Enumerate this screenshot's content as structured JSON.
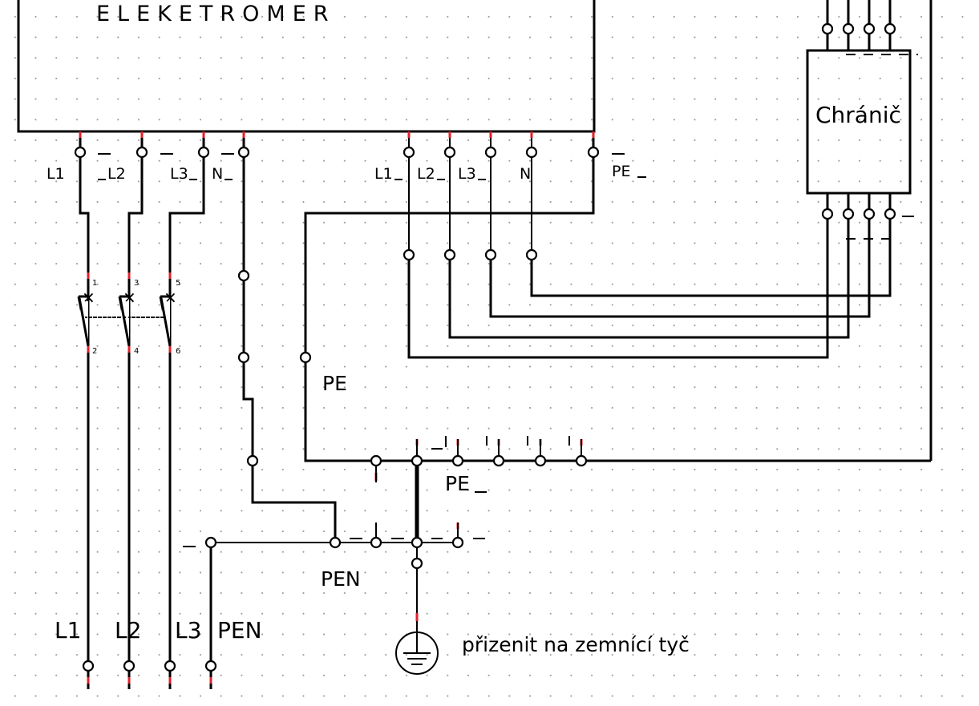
{
  "diagram": {
    "meter_title": "ELEKETROMER",
    "rcd_label": "Chránič",
    "meter_terminals_left": [
      "L1",
      "L2",
      "L3",
      "N"
    ],
    "meter_terminals_right": [
      "L1",
      "L2",
      "L3",
      "N",
      "PE"
    ],
    "breaker_pins": [
      "1",
      "3",
      "5",
      "2",
      "4",
      "6"
    ],
    "pe_label": "PE",
    "pe_bar_label": "PE",
    "pen_bar_label": "PEN",
    "bottom_labels": [
      "L1",
      "L2",
      "L3",
      "PEN"
    ],
    "ground_note": "přizenit na zemnící tyč"
  }
}
